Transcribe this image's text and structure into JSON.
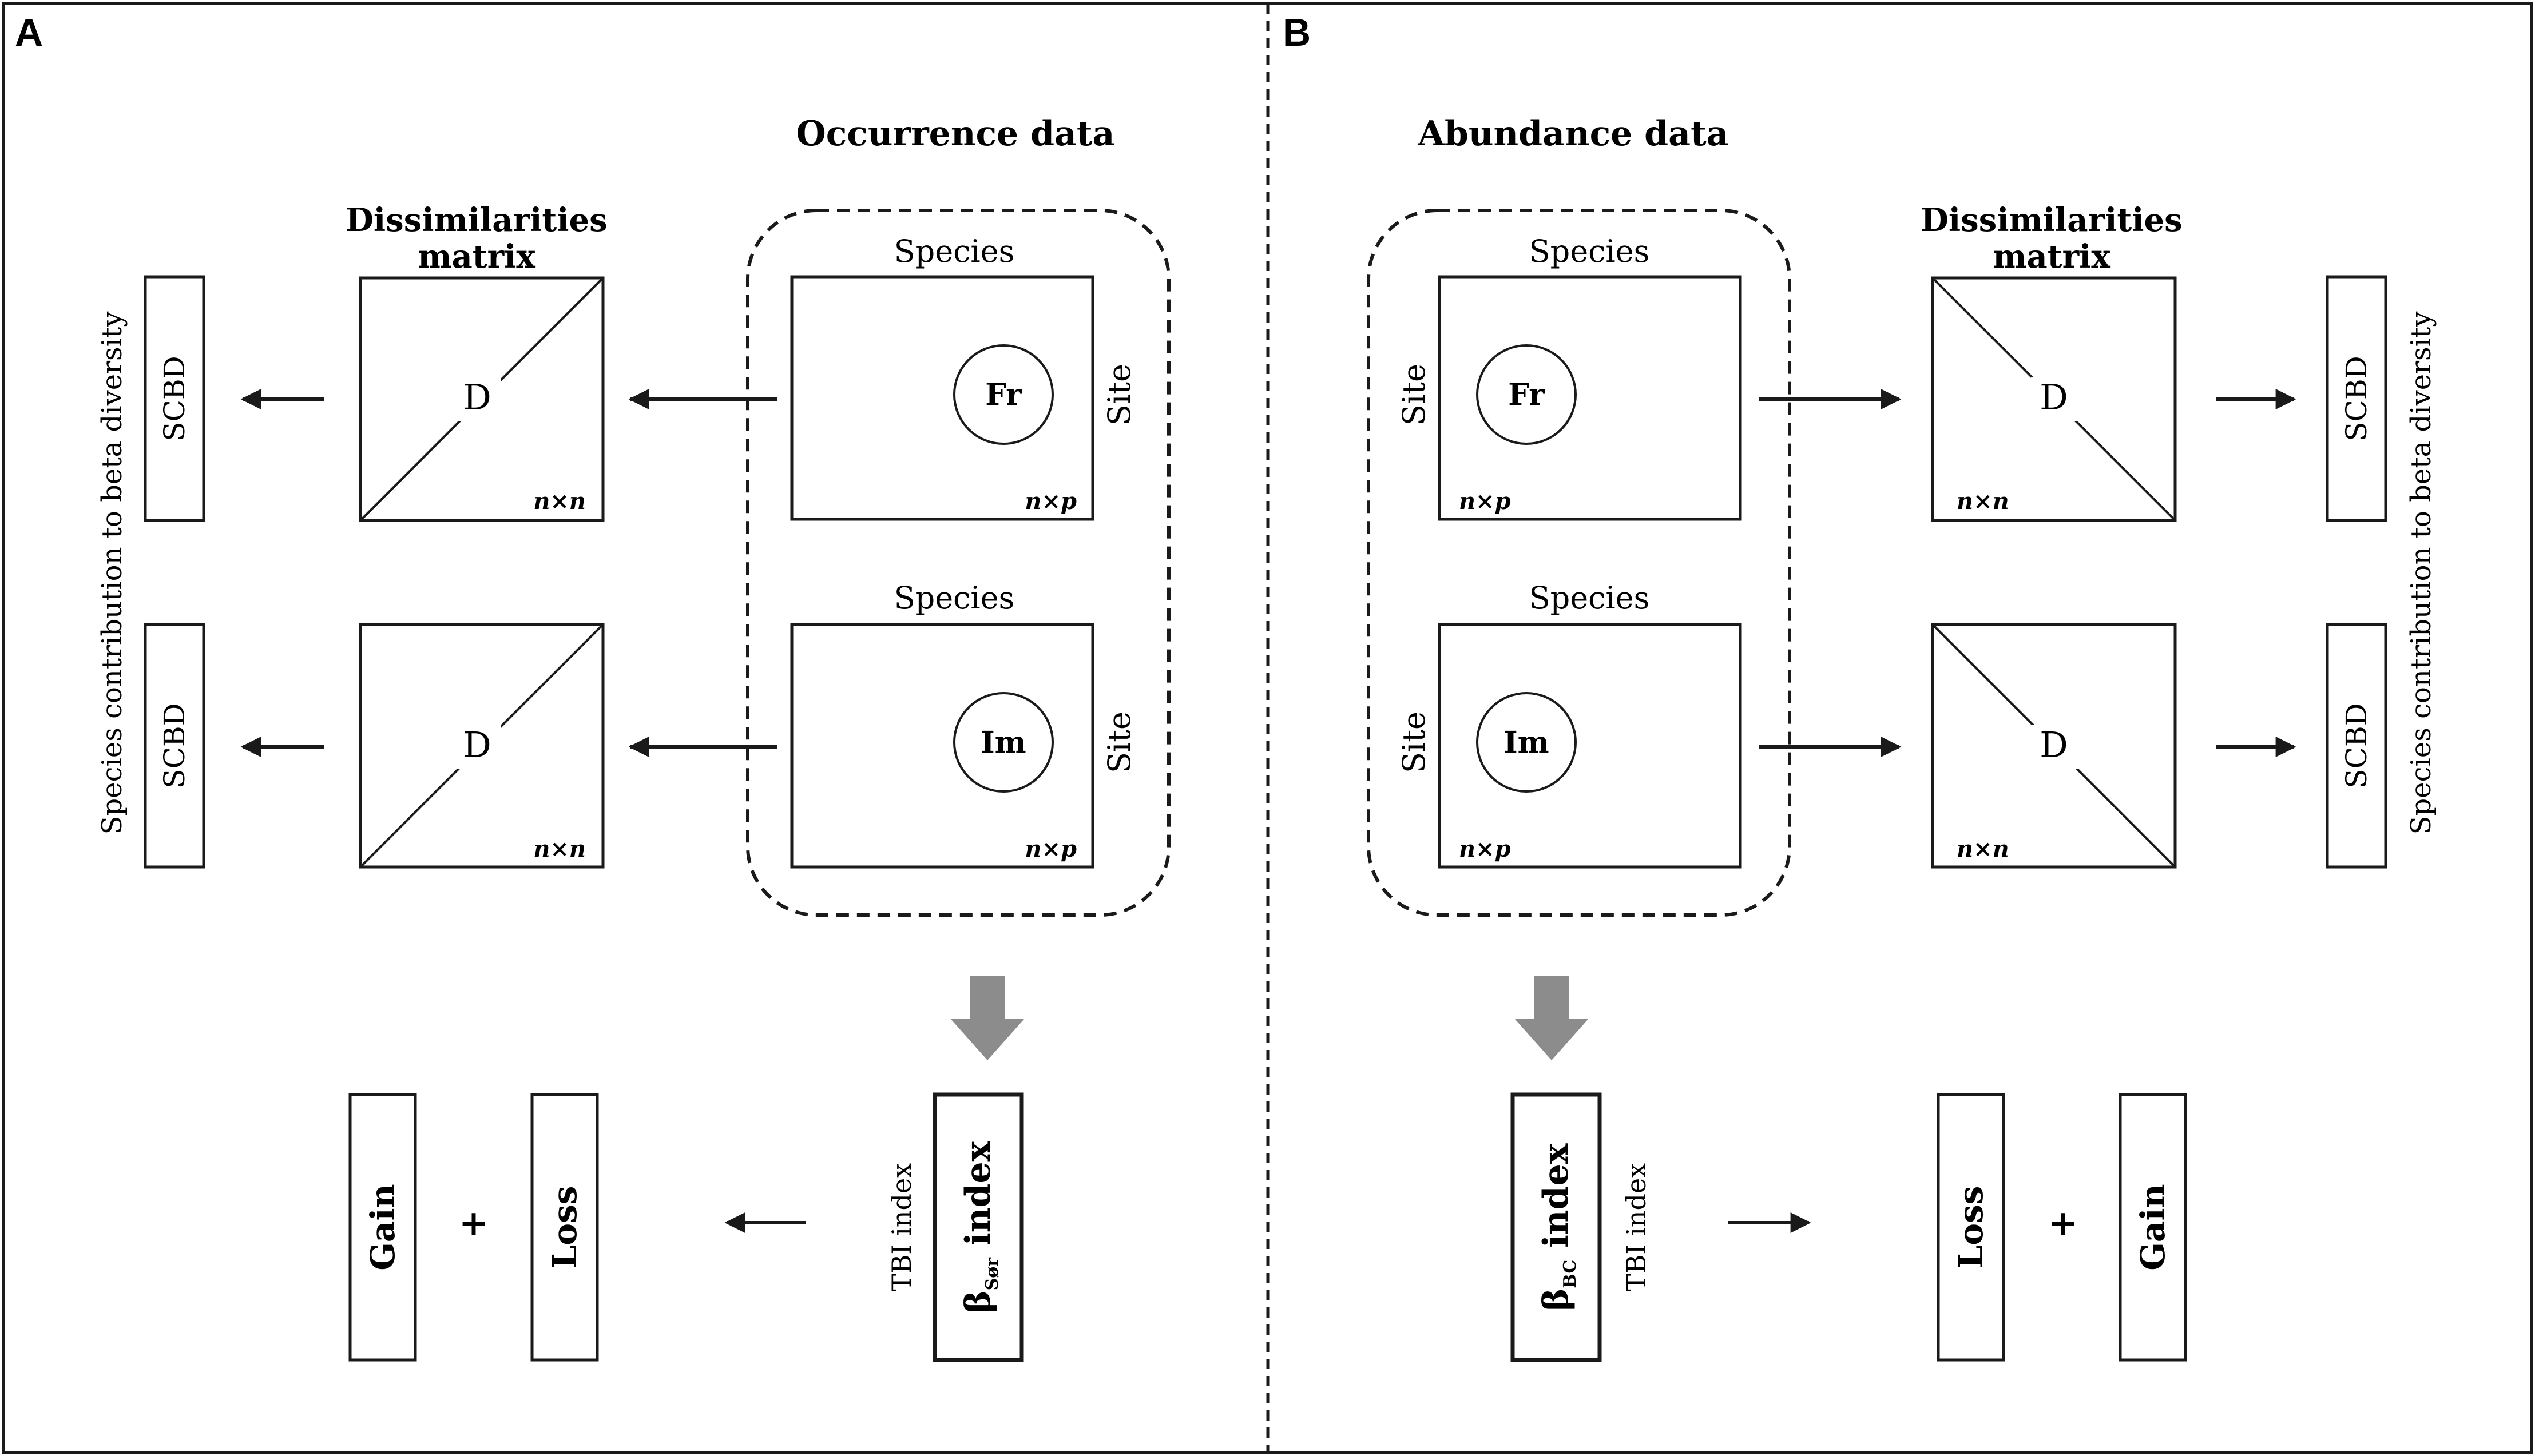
{
  "panels": {
    "a": {
      "letter": "A",
      "title": "Occurrence data",
      "dissim_label_line1": "Dissimilarities",
      "dissim_label_line2": "matrix",
      "side_label": "Species contribution to beta diversity",
      "matrices": [
        {
          "header": "Species",
          "row_label": "Site",
          "circle": "Fr",
          "dims": "n×p"
        },
        {
          "header": "Species",
          "row_label": "Site",
          "circle": "Im",
          "dims": "n×p"
        }
      ],
      "dissim": [
        {
          "symbol": "D",
          "dims": "n×n"
        },
        {
          "symbol": "D",
          "dims": "n×n"
        }
      ],
      "scbd": [
        "SCBD",
        "SCBD"
      ],
      "tbi_label": "TBI index",
      "beta_symbol": "β",
      "beta_sub": "Sør",
      "beta_word": " index",
      "gain": "Gain",
      "plus": "+",
      "loss": "Loss"
    },
    "b": {
      "letter": "B",
      "title": "Abundance data",
      "dissim_label_line1": "Dissimilarities",
      "dissim_label_line2": "matrix",
      "side_label": "Species contribution to beta diversity",
      "matrices": [
        {
          "header": "Species",
          "row_label": "Site",
          "circle": "Fr",
          "dims": "n×p"
        },
        {
          "header": "Species",
          "row_label": "Site",
          "circle": "Im",
          "dims": "n×p"
        }
      ],
      "dissim": [
        {
          "symbol": "D",
          "dims": "n×n"
        },
        {
          "symbol": "D",
          "dims": "n×n"
        }
      ],
      "scbd": [
        "SCBD",
        "SCBD"
      ],
      "tbi_label": "TBI index",
      "beta_symbol": "β",
      "beta_sub": "BC",
      "beta_word": " index",
      "loss": "Loss",
      "plus": "+",
      "gain": "Gain"
    }
  },
  "colors": {
    "line": "#1a1a1a",
    "block_arrow": "#8c8c8c"
  }
}
